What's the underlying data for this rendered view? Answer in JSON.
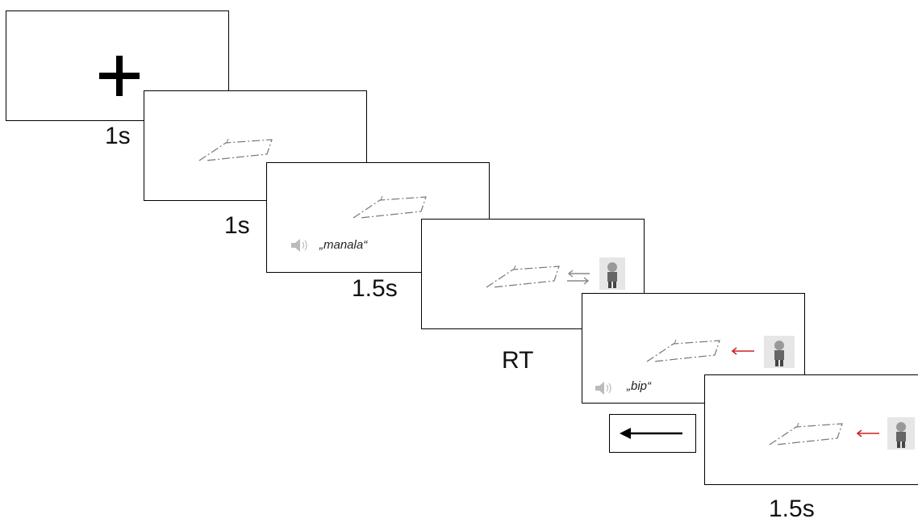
{
  "timings": {
    "t1": "1s",
    "t2": "1s",
    "t3": "1.5s",
    "t4": "RT",
    "t5": "1.5s"
  },
  "words": {
    "w1": "„manala“",
    "w2": "„bip“"
  },
  "colors": {
    "feedback_arrow": "#cc2222",
    "line_drawing": "#777777",
    "frame_border": "#000000"
  },
  "icons": [
    "fixation-cross-icon",
    "line-drawing-icon",
    "speaker-icon",
    "double-arrow-icon",
    "character-icon",
    "left-arrow-icon",
    "response-arrow-icon"
  ]
}
